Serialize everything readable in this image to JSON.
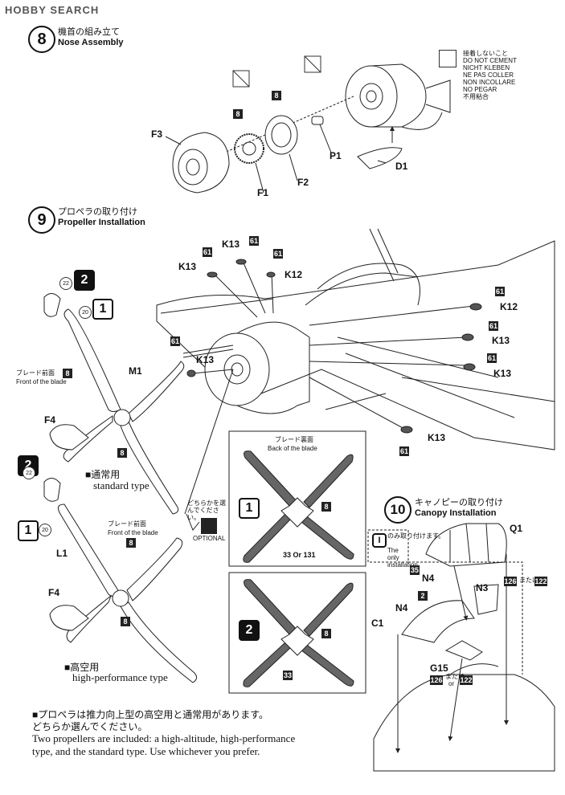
{
  "watermark": "HOBBY SEARCH",
  "step8": {
    "number": "8",
    "title_jp": "機首の組み立て",
    "title_en": "Nose Assembly",
    "no_cement": [
      "接着しないこと",
      "DO NOT CEMENT",
      "NICHT KLEBEN",
      "NE PAS COLLER",
      "NON INCOLLARE",
      "NO PEGAR",
      "不用粘合"
    ],
    "parts": [
      "F3",
      "F1",
      "F2",
      "P1",
      "D1"
    ],
    "color_code": "8"
  },
  "step9": {
    "number": "9",
    "title_jp": "プロペラの取り付け",
    "title_en": "Propeller Installation",
    "parts": [
      "K13",
      "K13",
      "K12",
      "K13",
      "K12",
      "K13",
      "K13",
      "K13"
    ],
    "color_code": "61",
    "standard": {
      "badge_dark": "2",
      "badge_light": "1",
      "tip_a": "22",
      "tip_b": "20",
      "blade_front_jp": "ブレード前面",
      "blade_front_en": "Front of the blade",
      "blade_color": "8",
      "part_prop": "M1",
      "part_spinner": "F4",
      "label_jp": "通常用",
      "label_en": "standard type"
    },
    "high": {
      "badge_dark": "2",
      "badge_light": "1",
      "tip_a": "22",
      "tip_b": "20",
      "blade_front_jp": "ブレード前面",
      "blade_front_en": "Front of the blade",
      "blade_color": "8",
      "part_prop": "L1",
      "part_spinner": "F4",
      "label_jp": "高空用",
      "label_en": "high-performance type"
    },
    "optional_jp": "どちらかを選んでください。",
    "optional_en": "OPTIONAL",
    "back_box": {
      "title_jp": "ブレード裏面",
      "title_en": "Back of the blade",
      "variant1_badge": "1",
      "variant1_color_hub": "8",
      "variant1_colors": "33 Or 131",
      "variant2_badge": "2",
      "variant2_color_hub": "8",
      "variant2_colors": "33"
    },
    "note_jp_1": "■プロペラは推力向上型の高空用と通常用があります。",
    "note_jp_2": "どちらか選んでください。",
    "note_en_1": "Two propellers are included: a high-altitude, high-performance",
    "note_en_2": "type, and the standard type. Use whichever you prefer."
  },
  "step10": {
    "number": "10",
    "title_jp": "キャノピーの取り付け",
    "title_en": "Canopy Installation",
    "note_jp": "のみ取り付けます。",
    "note_en": "The only installation",
    "parts": [
      "Q1",
      "N4",
      "N3",
      "N4",
      "C1",
      "G15"
    ],
    "colors": [
      "35",
      "2",
      "126",
      "122",
      "126",
      "122"
    ],
    "or_jp": "または",
    "or_en": "or"
  }
}
